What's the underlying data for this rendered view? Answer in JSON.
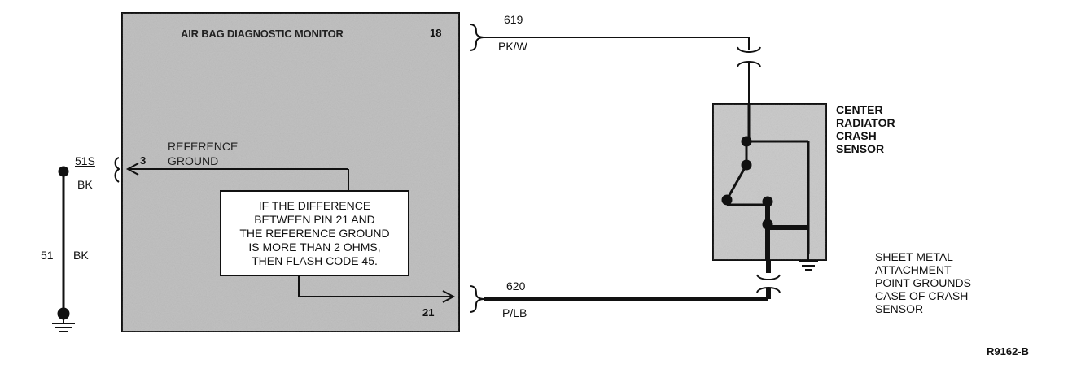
{
  "module": {
    "title": "AIR BAG DIAGNOSTIC MONITOR",
    "pin_top": "18",
    "pin_bottom": "21",
    "ref_pin": "3",
    "ref_label_line1": "REFERENCE",
    "ref_label_line2": "GROUND"
  },
  "note": {
    "lines": [
      "IF THE DIFFERENCE",
      "BETWEEN PIN 21 AND",
      "THE REFERENCE GROUND",
      "IS MORE THAN 2 OHMS,",
      "THEN FLASH CODE 45."
    ]
  },
  "wires": {
    "top": {
      "circuit": "619",
      "color": "PK/W"
    },
    "bottom": {
      "circuit": "620",
      "color": "P/LB"
    },
    "left_connector": {
      "circuit": "51S",
      "color": "BK"
    },
    "left_wire": {
      "circuit": "51",
      "color": "BK"
    }
  },
  "sensor": {
    "lines": [
      "CENTER",
      "RADIATOR",
      "CRASH",
      "SENSOR"
    ]
  },
  "grounds_note": {
    "lines": [
      "SHEET METAL",
      "ATTACHMENT",
      "POINT GROUNDS",
      "CASE OF CRASH",
      "SENSOR"
    ]
  },
  "figure_id": "R9162-B",
  "colors": {
    "line": "#111111",
    "module_fill": "#bdbdbd",
    "sensor_fill": "#c8c8c8"
  }
}
